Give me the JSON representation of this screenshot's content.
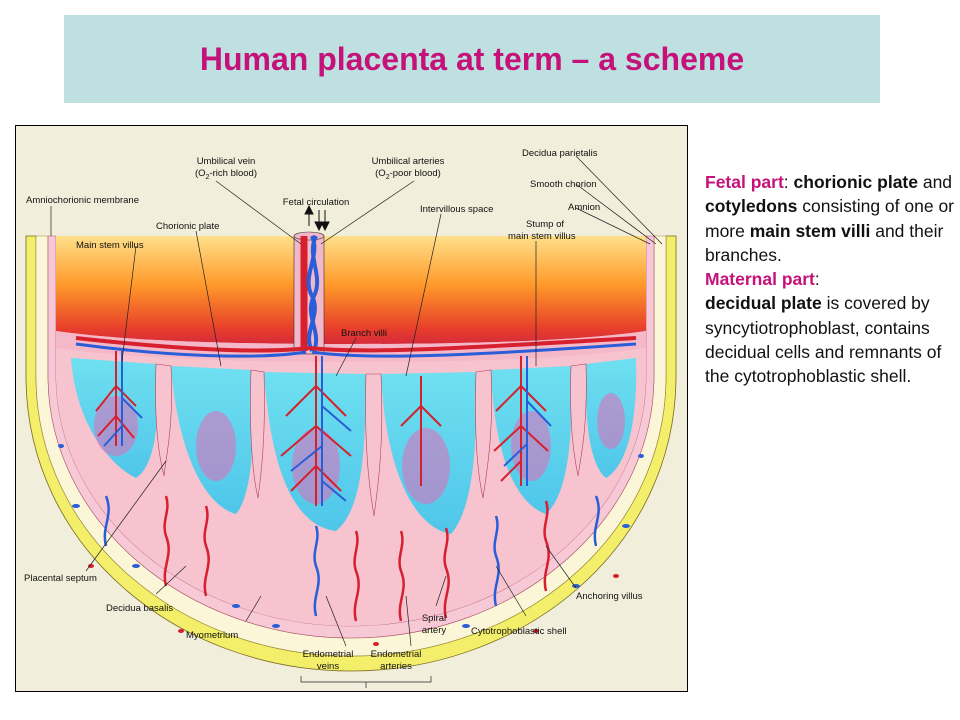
{
  "title": "Human placenta at term – a scheme",
  "diagram": {
    "labels": {
      "umbilical_vein": "Umbilical vein",
      "umbilical_vein_sub_a": "(O",
      "umbilical_vein_sub_b": "-rich blood)",
      "umbilical_arteries": "Umbilical arteries",
      "umbilical_arteries_sub_a": "(O",
      "umbilical_arteries_sub_b": "-poor blood)",
      "o2_sub": "2",
      "decidua_parietalis": "Decidua parietalis",
      "smooth_chorion": "Smooth chorion",
      "amnion": "Amnion",
      "amniochorionic_membrane": "Amniochorionic membrane",
      "fetal_circulation": "Fetal circulation",
      "chorionic_plate": "Chorionic plate",
      "intervillous_space": "Intervillous space",
      "stump_line1": "Stump of",
      "stump_line2": "main stem villus",
      "main_stem_villus": "Main stem villus",
      "branch_villi": "Branch villi",
      "placental_septum": "Placental septum",
      "decidua_basalis": "Decidua basalis",
      "myometrium": "Myometrium",
      "endometrial_veins_line1": "Endometrial",
      "endometrial_veins_line2": "veins",
      "endometrial_arteries_line1": "Endometrial",
      "endometrial_arteries_line2": "arteries",
      "spiral_artery_line1": "Spiral",
      "spiral_artery_line2": "artery",
      "cytotrophoblastic_shell": "Cytotrophoblastic shell",
      "anchoring_villus": "Anchoring villus"
    }
  },
  "description": {
    "fetal_part_label": "Fetal part",
    "fetal_sep": ": ",
    "fetal_b1": "chorionic plate",
    "fetal_t1": " and ",
    "fetal_b2": "cotyledons",
    "fetal_t2": " consisting of one or more ",
    "fetal_b3": "main stem villi",
    "fetal_t3": " and their branches.",
    "maternal_part_label": "Maternal part",
    "maternal_sep": ":",
    "maternal_b1": "decidual plate",
    "maternal_t1": " is covered by syncytiotrophoblast, contains decidual cells and remnants of the cytotrophoblastic shell."
  }
}
